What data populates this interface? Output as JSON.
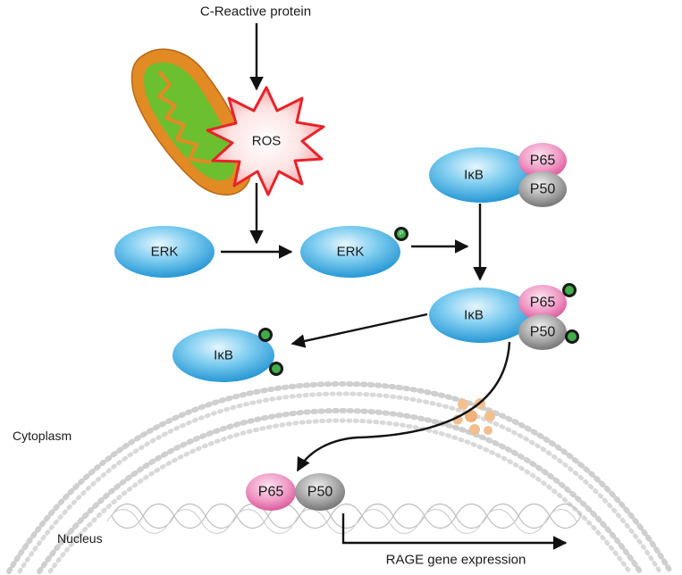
{
  "top_label": "C-Reactive protein",
  "ros_label": "ROS",
  "erk_label": "ERK",
  "ikb_label": "IκB",
  "p65_label": "P65",
  "p50_label": "P50",
  "phospho_label": "P",
  "cytoplasm_label": "Cytoplasm",
  "nucleus_label": "Nucleus",
  "output_label": "RAGE gene expression",
  "colors": {
    "ellipse_blue": "#29a3e0",
    "p65_pink": "#e872ad",
    "p50_gray": "#8a8a8a",
    "ros_red": "#e8232a",
    "mito_orange": "#e28a23",
    "mito_green": "#6cbf2e",
    "phospho_green": "#3fae49",
    "membrane_gray": "#c9c9c9"
  }
}
